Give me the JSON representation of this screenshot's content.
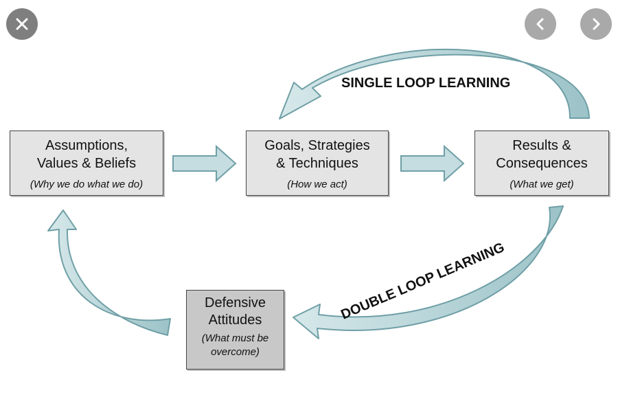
{
  "controls": {
    "close_icon": "close-icon",
    "prev_icon": "chevron-left-icon",
    "next_icon": "chevron-right-icon"
  },
  "boxes": {
    "assumptions": {
      "title": "Assumptions,\nValues & Beliefs",
      "subtitle": "(Why we do what we do)"
    },
    "goals": {
      "title": "Goals, Strategies\n& Techniques",
      "subtitle": "(How we act)"
    },
    "results": {
      "title": "Results &\nConsequences",
      "subtitle": "(What we get)"
    },
    "defensive": {
      "title": "Defensive\nAttitudes",
      "subtitle": "(What must be\novercome)"
    }
  },
  "loops": {
    "single": "SINGLE LOOP LEARNING",
    "double": "DOUBLE LOOP LEARNING"
  },
  "colors": {
    "arrow_fill": "#c5dde0",
    "arrow_stroke": "#6f9fa6",
    "box_fill": "#e4e4e4",
    "defensive_fill": "#c8c8c8"
  }
}
